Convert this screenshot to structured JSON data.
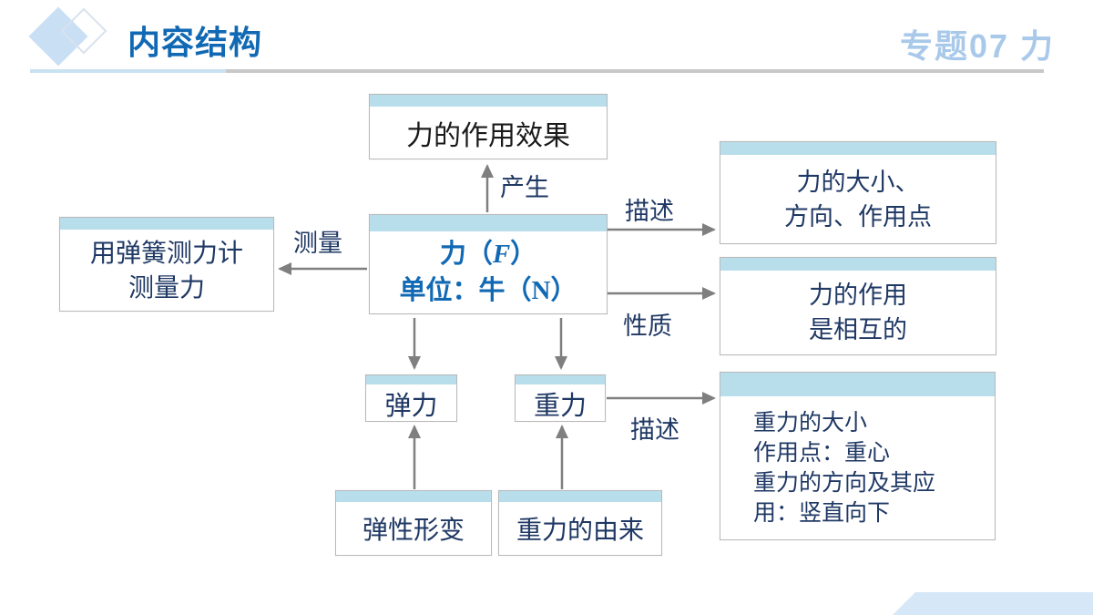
{
  "header": {
    "title": "内容结构",
    "topic": "专题07  力"
  },
  "labels": {
    "produce": "产生",
    "measure": "测量",
    "describe_top": "描述",
    "property": "性质",
    "describe_bottom": "描述"
  },
  "nodes": {
    "effect": {
      "text": "力的作用效果"
    },
    "force": {
      "l1a": "力（",
      "l1b": "F",
      "l1c": "）",
      "l2a": "单位：牛（",
      "l2b": "N",
      "l2c": "）"
    },
    "measure_tool": {
      "line1": "用弹簧测力计",
      "line2": "测量力"
    },
    "elements": {
      "line1": "力的大小、",
      "line2": "方向、作用点"
    },
    "mutual": {
      "line1": "力的作用",
      "line2": "是相互的"
    },
    "elastic": {
      "text": "弹力"
    },
    "gravity": {
      "text": "重力"
    },
    "gravity_detail": {
      "line1": "重力的大小",
      "line2": "作用点：重心",
      "line3": "重力的方向及其应",
      "line4": "用：竖直向下"
    },
    "deformation": {
      "text": "弹性形变"
    },
    "gravity_origin": {
      "text": "重力的由来"
    }
  },
  "decor": {
    "icons": [
      "diamond-icon",
      "diamond-outline-icon",
      "corner-parallelogram"
    ]
  },
  "colors": {
    "accent_blue": "#1169B4",
    "navy_text": "#1F3864",
    "box_header_strip": "#B9DEEB",
    "arrow_gray": "#7F7F7F",
    "light_blue_title": "#A9C9EA",
    "divider_blue": "#C9E2F1",
    "divider_gray": "#C8C8C8",
    "corner_shape": "#D6E7F8"
  }
}
